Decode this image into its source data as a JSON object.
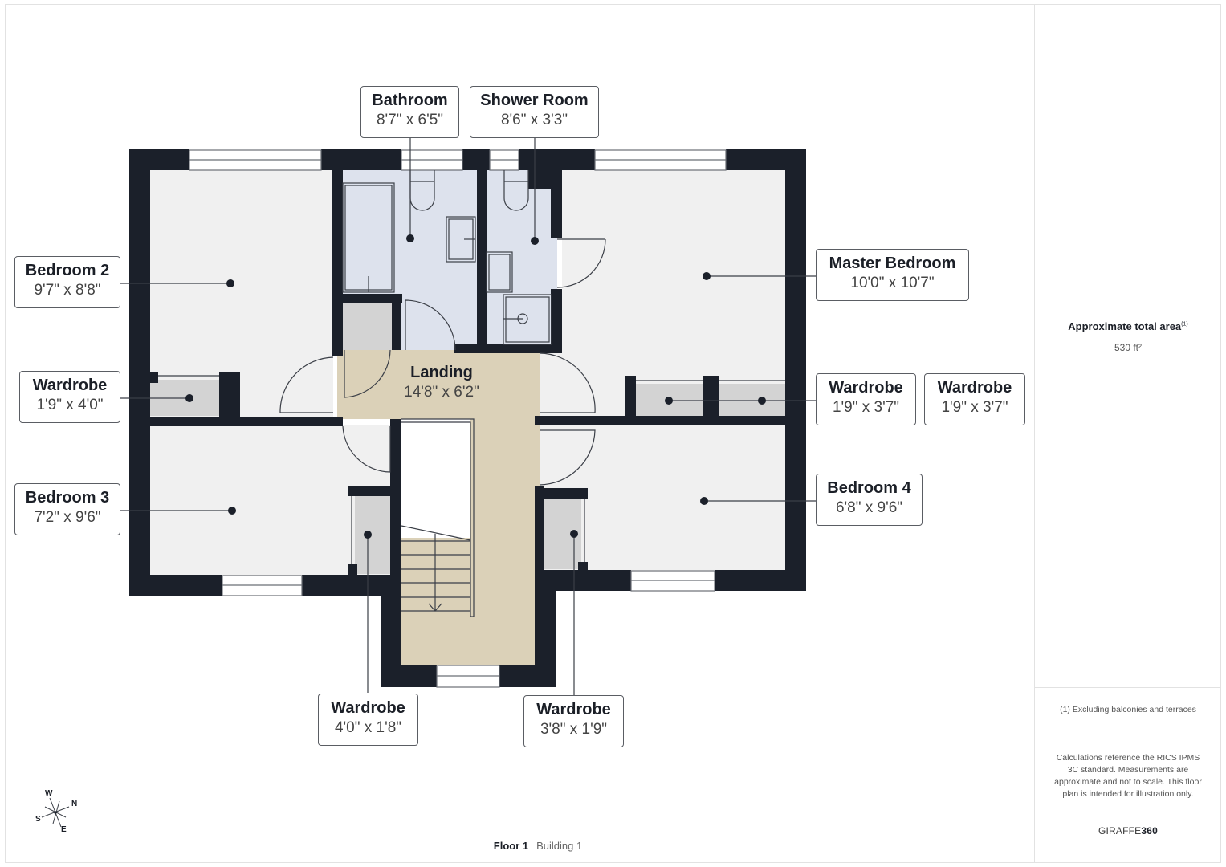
{
  "floor": {
    "name": "Floor 1",
    "building": "Building 1"
  },
  "rooms": [
    {
      "id": "bathroom",
      "name": "Bathroom",
      "dims": "8'7\" x 6'5\""
    },
    {
      "id": "shower_room",
      "name": "Shower Room",
      "dims": "8'6\" x 3'3\""
    },
    {
      "id": "bedroom_2",
      "name": "Bedroom 2",
      "dims": "9'7\" x 8'8\""
    },
    {
      "id": "master_bedroom",
      "name": "Master Bedroom",
      "dims": "10'0\" x 10'7\""
    },
    {
      "id": "wardrobe_b2",
      "name": "Wardrobe",
      "dims": "1'9\" x 4'0\""
    },
    {
      "id": "landing",
      "name": "Landing",
      "dims": "14'8\" x 6'2\""
    },
    {
      "id": "wardrobe_m1",
      "name": "Wardrobe",
      "dims": "1'9\" x 3'7\""
    },
    {
      "id": "wardrobe_m2",
      "name": "Wardrobe",
      "dims": "1'9\" x 3'7\""
    },
    {
      "id": "bedroom_3",
      "name": "Bedroom 3",
      "dims": "7'2\" x 9'6\""
    },
    {
      "id": "bedroom_4",
      "name": "Bedroom 4",
      "dims": "6'8\" x 9'6\""
    },
    {
      "id": "wardrobe_b3",
      "name": "Wardrobe",
      "dims": "4'0\" x 1'8\""
    },
    {
      "id": "wardrobe_b4",
      "name": "Wardrobe",
      "dims": "3'8\" x 1'9\""
    }
  ],
  "summary": {
    "area_title": "Approximate total area",
    "area_footnote_mark": "(1)",
    "area_value": "530 ft²",
    "footnote": "(1) Excluding balconies and terraces",
    "disclaimer": "Calculations reference the RICS IPMS 3C standard. Measurements are approximate and not to scale. This floor plan is intended for illustration only.",
    "brand_prefix": "GIRAFFE",
    "brand_suffix": "360"
  },
  "compass": {
    "n": "N",
    "s": "S",
    "e": "E",
    "w": "W"
  },
  "colors": {
    "wall": "#1b202a",
    "room_fill": "#f0f0f0",
    "wet_room_fill": "#dde2ed",
    "landing_fill": "#dbd1b8",
    "wardrobe_fill": "#d3d3d3"
  }
}
